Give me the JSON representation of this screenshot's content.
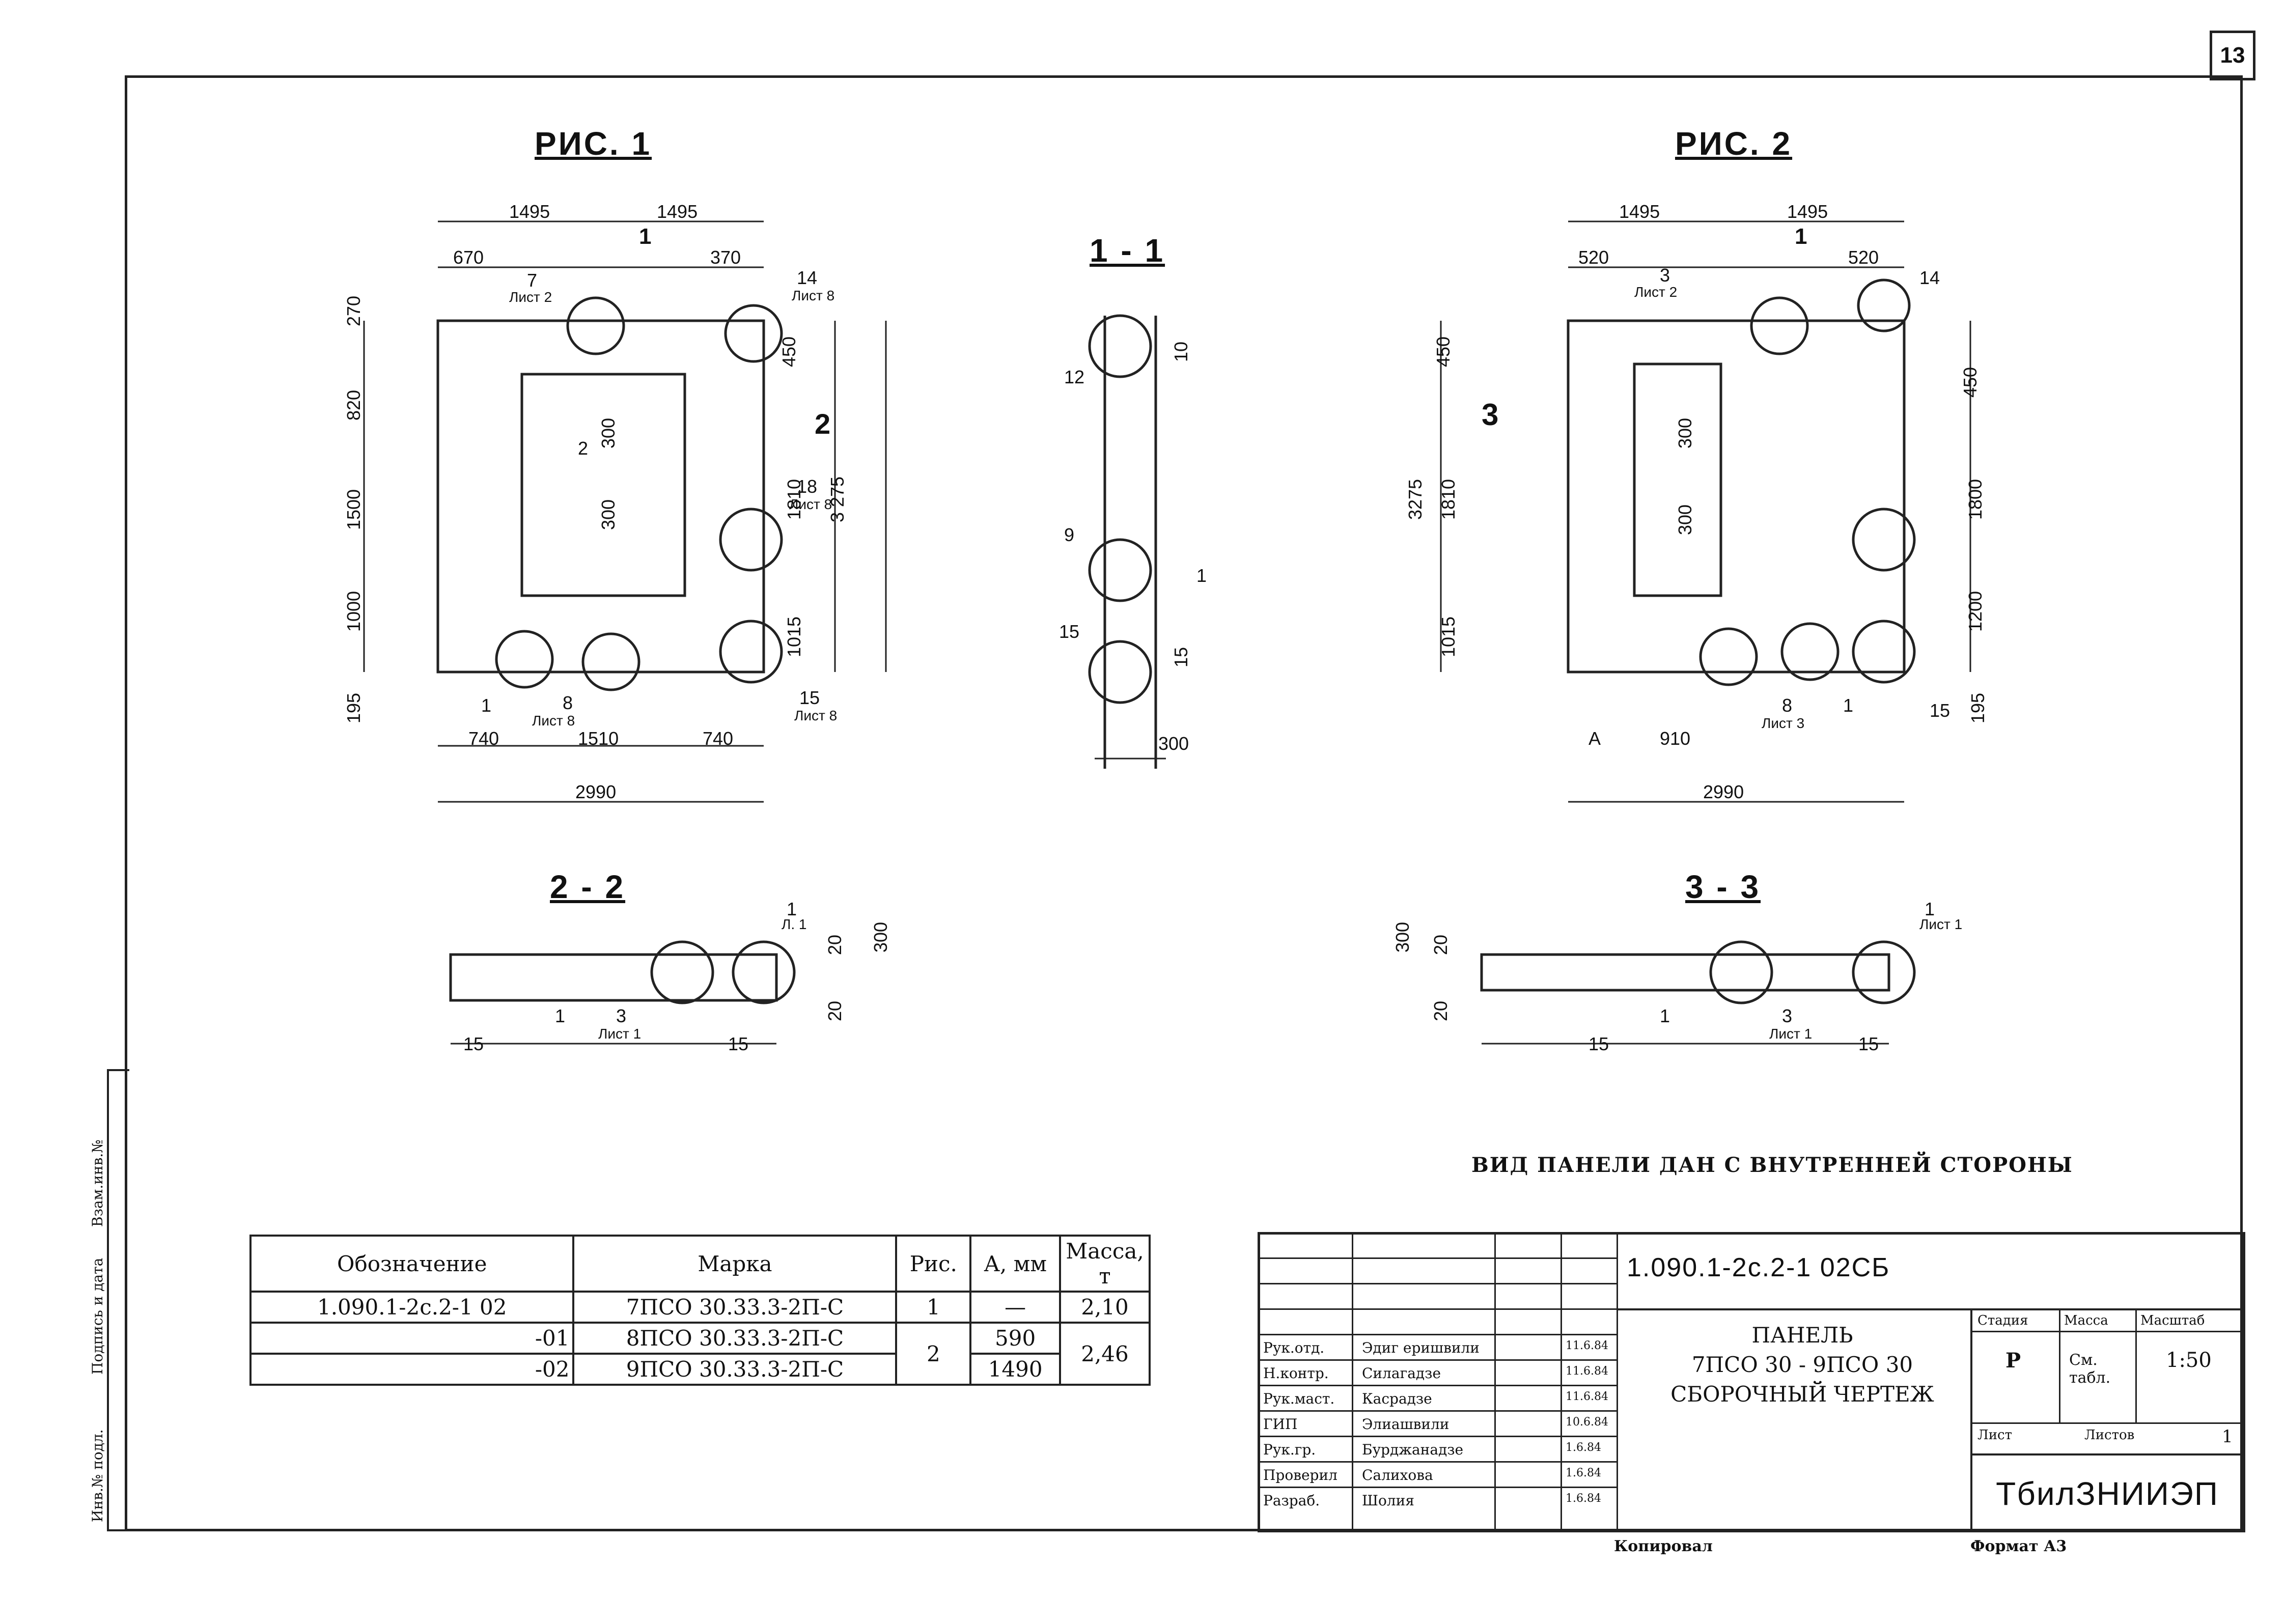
{
  "sheet_number": "13",
  "figures": {
    "fig1_title": "РИС. 1",
    "fig2_title": "РИС. 2",
    "sec11_title": "1 - 1",
    "sec22_title": "2 - 2",
    "sec33_title": "3 - 3"
  },
  "fig1_dims": {
    "top_left": "1495",
    "top_right": "1495",
    "left_off": "670",
    "right_off": "370",
    "height_total": "3 275",
    "bottom_total": "2990",
    "bottom_left": "740",
    "bottom_mid": "1510",
    "bottom_right": "740",
    "left_1": "270",
    "left_2": "820",
    "left_3": "1500",
    "left_4": "1000",
    "left_5": "195",
    "right_1": "450",
    "right_2": "1810",
    "right_3": "1015",
    "opening_1": "300",
    "opening_2": "300",
    "call_7": "7",
    "call_7_sheet": "Лист 2",
    "call_14": "14",
    "call_14_sheet": "Лист 8",
    "call_18": "18",
    "call_18_sheet": "Лист 8",
    "call_15": "15",
    "call_15_sheet": "Лист 8",
    "call_8": "8",
    "call_8_sheet": "Лист 8",
    "call_1": "1",
    "call_2": "2",
    "sec_mark_1": "1",
    "sec_mark_2": "2"
  },
  "sec11_dims": {
    "w": "300",
    "d10": "10",
    "d15": "15",
    "c1": "1",
    "c2": "12",
    "c3": "9",
    "c4": "15"
  },
  "fig2_dims": {
    "top_left": "1495",
    "top_right": "1495",
    "left_off": "520",
    "right_off": "520",
    "height_total": "3275",
    "bottom_total": "2990",
    "bottom_a": "A",
    "bottom_mid": "910",
    "left_1": "450",
    "left_2": "1810",
    "left_3": "1015",
    "right_1": "450",
    "right_2": "1800",
    "right_3": "1200",
    "right_4": "195",
    "opening_1": "300",
    "opening_2": "300",
    "call_3": "3",
    "call_3_sheet": "Лист 2",
    "call_14": "14",
    "call_8": "8",
    "call_8_sheet": "Лист 3",
    "call_1": "1",
    "call_15": "15",
    "sec_mark_3": "3",
    "sec_mark_1": "1"
  },
  "sec22_dims": {
    "d300": "300",
    "d20a": "20",
    "d20b": "20",
    "d15a": "15",
    "d15b": "15",
    "c1": "1",
    "c1_sheet": "Л. 1",
    "c3": "3",
    "c3_sheet": "Лист 1",
    "c_1b": "1"
  },
  "sec33_dims": {
    "d300": "300",
    "d20a": "20",
    "d20b": "20",
    "d15a": "15",
    "d15b": "15",
    "c1": "1",
    "c1_sheet": "Лист 1",
    "c3": "3",
    "c3_sheet": "Лист 1",
    "c_1b": "1"
  },
  "note": "ВИД ПАНЕЛИ ДАН С ВНУТРЕННЕЙ СТОРОНЫ",
  "spec": {
    "headers": [
      "Обозначение",
      "Марка",
      "Рис.",
      "А, мм",
      "Масса, т"
    ],
    "rows": [
      {
        "designation": "1.090.1-2с.2-1 02",
        "mark": "7ПСО 30.33.3-2П-С",
        "fig": "1",
        "a": "—",
        "mass": "2,10"
      },
      {
        "designation": "-01",
        "mark": "8ПСО 30.33.3-2П-С",
        "fig": "2",
        "a": "590",
        "mass": "2,46"
      },
      {
        "designation": "-02",
        "mark": "9ПСО 30.33.3-2П-С",
        "fig": "",
        "a": "1490",
        "mass": ""
      }
    ]
  },
  "title_block": {
    "code": "1.090.1-2с.2-1  02СБ",
    "title_l1": "ПАНЕЛЬ",
    "title_l2": "7ПСО 30 - 9ПСО 30",
    "title_l3": "СБОРОЧНЫЙ  ЧЕРТЕЖ",
    "stage_hdr": "Стадия",
    "mass_hdr": "Масса",
    "scale_hdr": "Масштаб",
    "stage": "Р",
    "mass": "См. табл.",
    "scale": "1:50",
    "sheet_hdr": "Лист",
    "sheets_hdr": "Листов",
    "sheets": "1",
    "org": "ТбилЗНИИЭП",
    "roles": [
      {
        "role": "Рук.отд.",
        "name": "Эдиг еришвили",
        "date": "11.6.84"
      },
      {
        "role": "Н.контр.",
        "name": "Силагадзе",
        "date": "11.6.84"
      },
      {
        "role": "Рук.маст.",
        "name": "Касрадзе",
        "date": "11.6.84"
      },
      {
        "role": "ГИП",
        "name": "Элиашвили",
        "date": "10.6.84"
      },
      {
        "role": "Рук.гр.",
        "name": "Бурджанадзе",
        "date": "1.6.84"
      },
      {
        "role": "Проверил",
        "name": "Салихова",
        "date": "1.6.84"
      },
      {
        "role": "Разраб.",
        "name": "Шолия",
        "date": "1.6.84"
      }
    ],
    "copied": "Копировал",
    "format": "Формат А3"
  },
  "stamps": {
    "s1": "Взам.инв.№",
    "s2": "Подпись и дата",
    "s3": "Инв.№ подл."
  }
}
